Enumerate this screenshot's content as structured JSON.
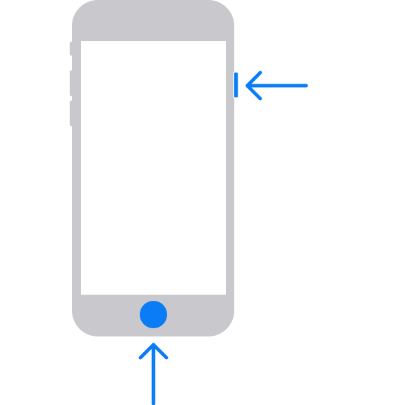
{
  "diagram": {
    "device": "iphone-with-home-button",
    "highlighted_controls": [
      "side-button",
      "home-button"
    ],
    "colors": {
      "body": "#c8c8cd",
      "screen": "#ffffff",
      "accent": "#0a7cf5"
    }
  }
}
